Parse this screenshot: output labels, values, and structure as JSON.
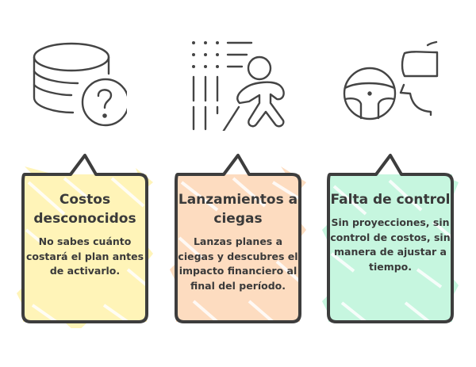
{
  "cards": [
    {
      "icon": "database-question-icon",
      "title": "Costos desconocidos",
      "description": "No sabes cuánto costará el plan antes de activarlo.",
      "fill_color": "#fff4b8"
    },
    {
      "icon": "blind-person-walking-icon",
      "title": "Lanzamientos a ciegas",
      "description": "Lanzas planes a ciegas y descubres el impacto financiero al final del período.",
      "fill_color": "#fddcc0"
    },
    {
      "icon": "steering-wheel-person-icon",
      "title": "Falta de control",
      "description": "Sin proyecciones, sin control de costos, sin manera de ajustar a tiempo.",
      "fill_color": "#c6f6df"
    }
  ],
  "colors": {
    "stroke": "#3d3d3d"
  }
}
